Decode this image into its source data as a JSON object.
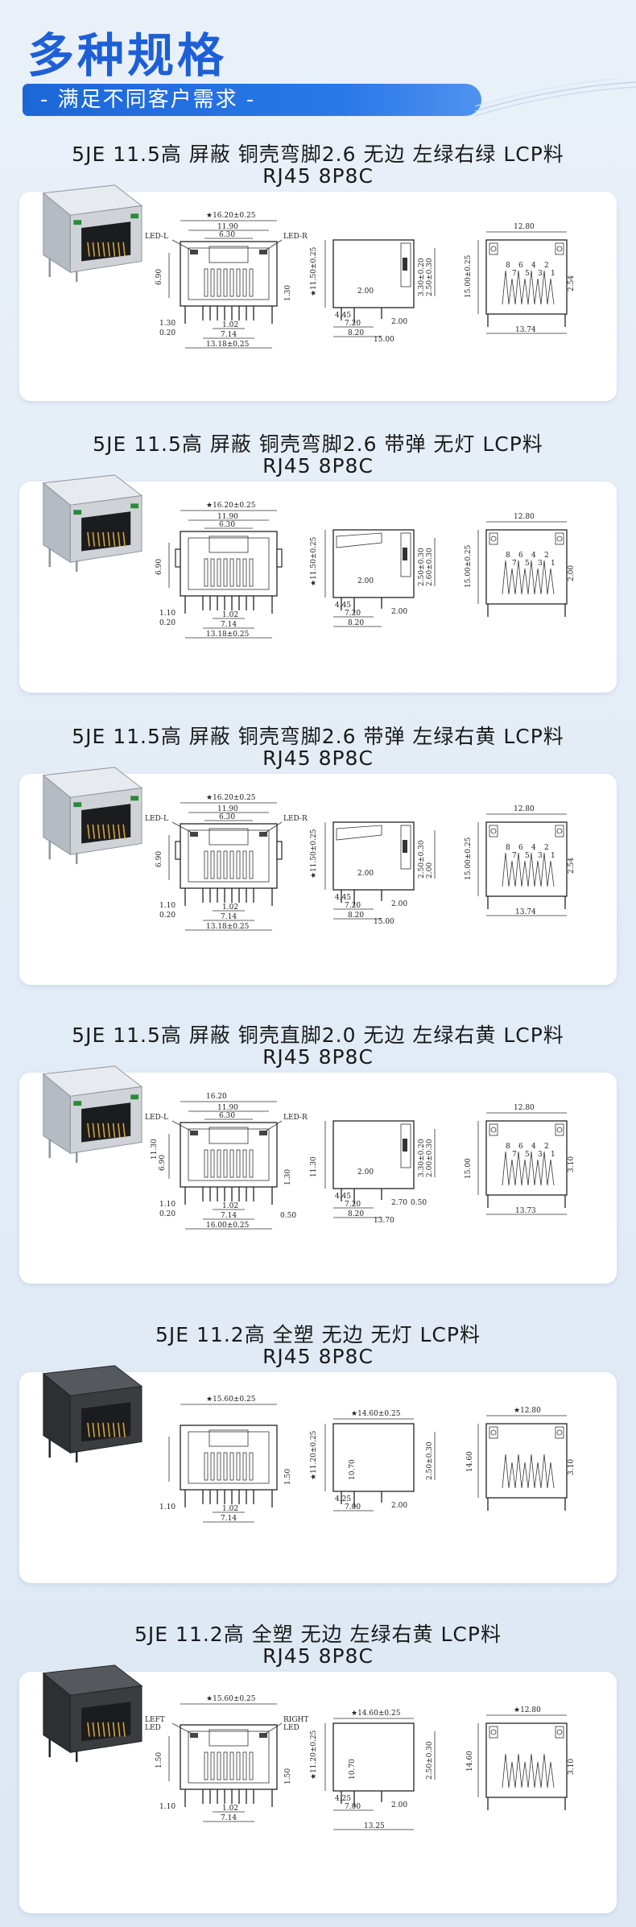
{
  "header": {
    "title": "多种规格",
    "subtitle": "- 满足不同客户需求 -"
  },
  "colors": {
    "brand": "#1d5fd6",
    "bar": "#1c67d8",
    "background": "#e9f0f8",
    "card": "#ffffff"
  },
  "sections": [
    {
      "title": "5JE  11.5高  屏蔽  铜壳弯脚2.6  无边  左绿右绿  LCP料",
      "subtitle": "RJ45  8P8C",
      "dims": {
        "width": "★16.20±0.25",
        "inner": "11.90",
        "jack": "6.30",
        "led_l": "LED-L",
        "led_r": "LED-R",
        "h1": "6.90",
        "h2": "1.30",
        "p1": "1.30",
        "p2": "0.20",
        "pitch": "1.02",
        "p3": "7.14",
        "bottom": "13.18±0.25",
        "side_h": "★11.50±0.25",
        "side_a": "2.00",
        "side_b": "4.45",
        "side_c": "7.20",
        "side_d": "8.20",
        "side_e": "15.00",
        "side_f": "2.00",
        "s1": "3.30±0.20",
        "s2": "2.50±0.30",
        "s3": "15.00±0.25",
        "front_w": "12.80",
        "front_b": "13.74",
        "front_c": "2.54",
        "pins": [
          "8",
          "7",
          "6",
          "5",
          "4",
          "3",
          "2",
          "1"
        ]
      }
    },
    {
      "title": "5JE  11.5高  屏蔽  铜壳弯脚2.6  带弹  无灯  LCP料",
      "subtitle": "RJ45  8P8C",
      "dims": {
        "width": "★16.20±0.25",
        "inner": "11.90",
        "jack": "6.30",
        "h1": "6.90",
        "p1": "1.10",
        "p2": "0.20",
        "pitch": "1.02",
        "p3": "7.14",
        "bottom": "13.18±0.25",
        "side_h": "★11.50±0.25",
        "side_a": "2.00",
        "side_b": "4.45",
        "side_c": "7.20",
        "side_d": "8.20",
        "side_f": "2.00",
        "s1": "2.50±0.30",
        "s2": "2.60±0.30",
        "s3": "15.00±0.25",
        "front_w": "12.80",
        "front_c": "2.00",
        "pins": [
          "8",
          "7",
          "6",
          "5",
          "4",
          "3",
          "2",
          "1"
        ]
      }
    },
    {
      "title": "5JE  11.5高  屏蔽  铜壳弯脚2.6  带弹  左绿右黄  LCP料",
      "subtitle": "RJ45  8P8C",
      "dims": {
        "width": "★16.20±0.25",
        "inner": "11.90",
        "jack": "6.30",
        "led_l": "LED-L",
        "led_r": "LED-R",
        "h1": "6.90",
        "p1": "1.10",
        "p2": "0.20",
        "pitch": "1.02",
        "p3": "7.14",
        "bottom": "13.18±0.25",
        "side_h": "★11.50±0.25",
        "side_a": "2.00",
        "side_b": "4.45",
        "side_c": "7.20",
        "side_d": "8.20",
        "side_e": "15.00",
        "side_f": "2.00",
        "s1": "2.50±0.30",
        "s2": "2.00",
        "s3": "15.00±0.25",
        "front_w": "12.80",
        "front_b": "13.74",
        "front_c": "2.54",
        "pins": [
          "8",
          "7",
          "6",
          "5",
          "4",
          "3",
          "2",
          "1"
        ]
      }
    },
    {
      "title": "5JE  11.5高  屏蔽  铜壳直脚2.0  无边  左绿右黄  LCP料",
      "subtitle": "RJ45  8P8C",
      "dims": {
        "width": "16.20",
        "inner": "11.90",
        "jack": "6.30",
        "led_l": "LED-L",
        "led_r": "LED-R",
        "h1": "11.30",
        "h2": "6.90",
        "h3": "1.30",
        "p1": "1.10",
        "p2": "0.20",
        "pitch": "1.02",
        "p3": "7.14",
        "p4": "0.50",
        "bottom": "16.00±0.25",
        "side_h": "11.30",
        "side_a": "2.00",
        "side_b": "4.45",
        "side_c": "7.20",
        "side_d": "8.20",
        "side_e": "13.70",
        "side_f": "2.70",
        "side_g": "0.50",
        "s1": "3.30±0.20",
        "s2": "2.00±0.30",
        "s3": "15.00",
        "front_w": "12.80",
        "front_b": "13.73",
        "front_c": "3.10",
        "pins": [
          "8",
          "7",
          "6",
          "5",
          "4",
          "3",
          "2",
          "1"
        ]
      }
    },
    {
      "title": "5JE  11.2高  全塑  无边  无灯  LCP料",
      "subtitle": "RJ45  8P8C",
      "dims": {
        "width": "★15.60±0.25",
        "h2": "1.50",
        "p1": "1.10",
        "pitch": "1.02",
        "p3": "7.14",
        "side_top": "★14.60±0.25",
        "side_h": "★11.20±0.25",
        "side_h2": "10.70",
        "side_b": "4.25",
        "side_c": "7.00",
        "side_f": "2.00",
        "s2": "2.50±0.30",
        "front_w": "★12.80",
        "front_c": "3.10",
        "front_h": "14.60"
      }
    },
    {
      "title": "5JE  11.2高  全塑  无边  左绿右黄  LCP料",
      "subtitle": "RJ45  8P8C",
      "dims": {
        "width": "★15.60±0.25",
        "led_l1": "LEFT",
        "led_l2": "LED",
        "led_r1": "RIGHT",
        "led_r2": "LED",
        "h1": "1.50",
        "h2": "1.50",
        "p1": "1.10",
        "pitch": "1.02",
        "p3": "7.14",
        "side_top": "★14.60±0.25",
        "side_h": "★11.20±0.25",
        "side_h2": "10.70",
        "side_b": "4.25",
        "side_c": "7.00",
        "side_f": "2.00",
        "side_bottom": "13.25",
        "s2": "2.50±0.30",
        "front_w": "★12.80",
        "front_c": "3.10",
        "front_h": "14.60"
      }
    }
  ]
}
